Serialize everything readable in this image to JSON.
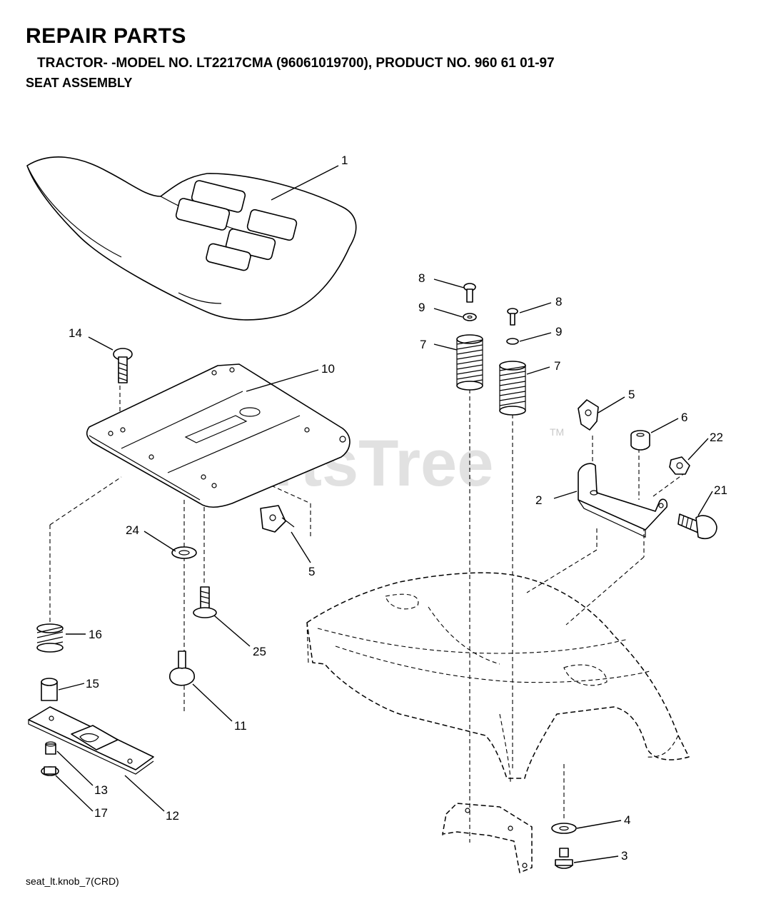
{
  "header": {
    "title": "REPAIR PARTS",
    "subtitle": "TRACTOR- -MODEL NO. LT2217CMA (96061019700), PRODUCT NO. 960 61 01-97",
    "section": "SEAT ASSEMBLY"
  },
  "watermark": {
    "text": "PartsTree",
    "trademark": "TM"
  },
  "footer": {
    "text": "seat_lt.knob_7(CRD)"
  },
  "callouts": [
    {
      "part": "1",
      "description": "seat"
    },
    {
      "part": "14",
      "description": "bolt"
    },
    {
      "part": "10",
      "description": "seat pan"
    },
    {
      "part": "5",
      "description": "clip (seat pan)"
    },
    {
      "part": "24",
      "description": "washer"
    },
    {
      "part": "25",
      "description": "shoulder bolt"
    },
    {
      "part": "16",
      "description": "spring"
    },
    {
      "part": "15",
      "description": "spacer"
    },
    {
      "part": "11",
      "description": "knob"
    },
    {
      "part": "12",
      "description": "slide plate"
    },
    {
      "part": "13",
      "description": "nut"
    },
    {
      "part": "17",
      "description": "washer"
    },
    {
      "part": "8",
      "description": "bolt (left)"
    },
    {
      "part": "9",
      "description": "washer (left)"
    },
    {
      "part": "7",
      "description": "spring (left)"
    },
    {
      "part": "8",
      "description": "bolt (right)"
    },
    {
      "part": "9",
      "description": "washer (right)"
    },
    {
      "part": "7",
      "description": "spring (right)"
    },
    {
      "part": "5",
      "description": "clip (bracket)"
    },
    {
      "part": "6",
      "description": "bushing"
    },
    {
      "part": "22",
      "description": "nut"
    },
    {
      "part": "2",
      "description": "pivot bracket"
    },
    {
      "part": "21",
      "description": "bolt"
    },
    {
      "part": "4",
      "description": "washer"
    },
    {
      "part": "3",
      "description": "nut"
    }
  ]
}
